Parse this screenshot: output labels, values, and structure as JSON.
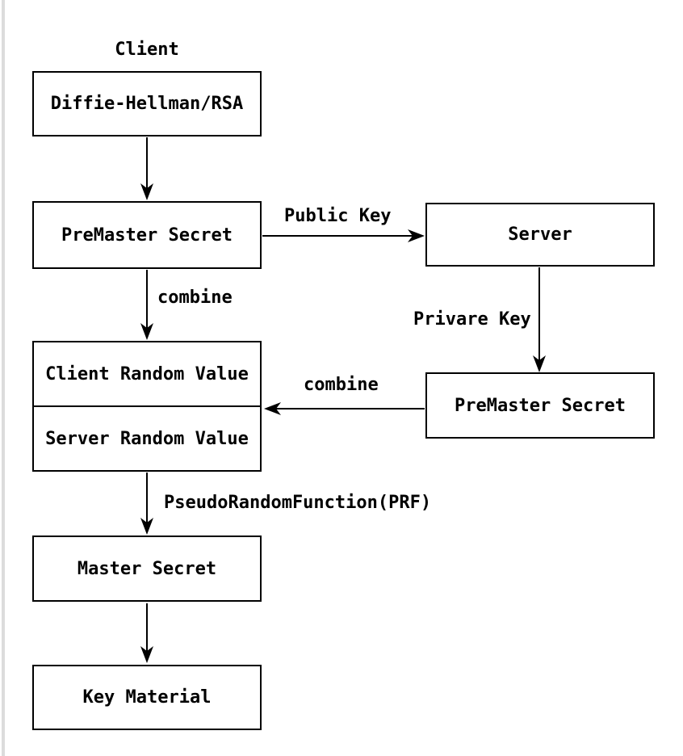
{
  "diagram": {
    "client_title": "Client",
    "boxes": {
      "dh_rsa": "Diffie-Hellman/RSA",
      "premaster_client": "PreMaster Secret",
      "server": "Server",
      "premaster_server": "PreMaster Secret",
      "client_random": "Client Random Value",
      "server_random": "Server Random Value",
      "master_secret": "Master Secret",
      "key_material": "Key Material"
    },
    "labels": {
      "public_key": "Public Key",
      "private_key": "Privare Key",
      "combine_from_client": "combine",
      "combine_from_server": "combine",
      "prf": "PseudoRandomFunction(PRF)"
    }
  }
}
